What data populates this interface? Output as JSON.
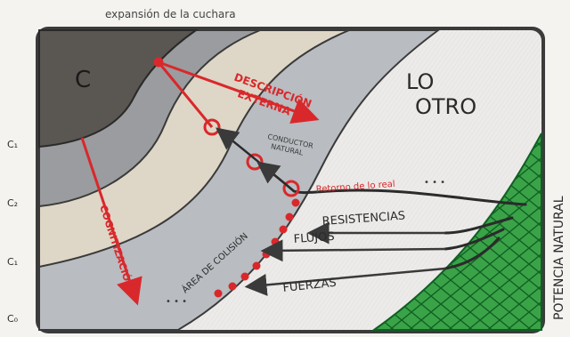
{
  "diagram": {
    "top_caption": "expansión de la cuchara",
    "label_lo_otro_line1": "LO",
    "label_lo_otro_line2": "OTRO",
    "label_descripcion_line1": "DESCRIPCIÓN",
    "label_descripcion_line2": "EXTERNA",
    "label_conductor_line1": "CONDUCTOR",
    "label_conductor_line2": "NATURAL",
    "label_retorno": "Retorno de lo real",
    "label_resistencias": "RESISTENCIAS",
    "label_flujos": "FLUJOS",
    "label_fuerzas": "FUERZAS",
    "label_area_colision": "ÁREA DE COLISIÓN",
    "label_cognitizacion": "COGNITIZACIÓN",
    "label_potencia": "POTENCIA NATURAL",
    "label_c_core": "C",
    "side_labels": [
      "C₁",
      "C₂",
      "C₁",
      "C₀"
    ],
    "ellipsis": "• • •",
    "colors": {
      "core_dark": "#5a5652",
      "band_gray": "#9a9c9f",
      "band_beige": "#ded6c6",
      "band_lightgray": "#b9bcc0",
      "outer_white": "#ecebe9",
      "accent_red": "#d9282b",
      "ink": "#3a3a3a",
      "green": "#2f9a3d"
    }
  }
}
